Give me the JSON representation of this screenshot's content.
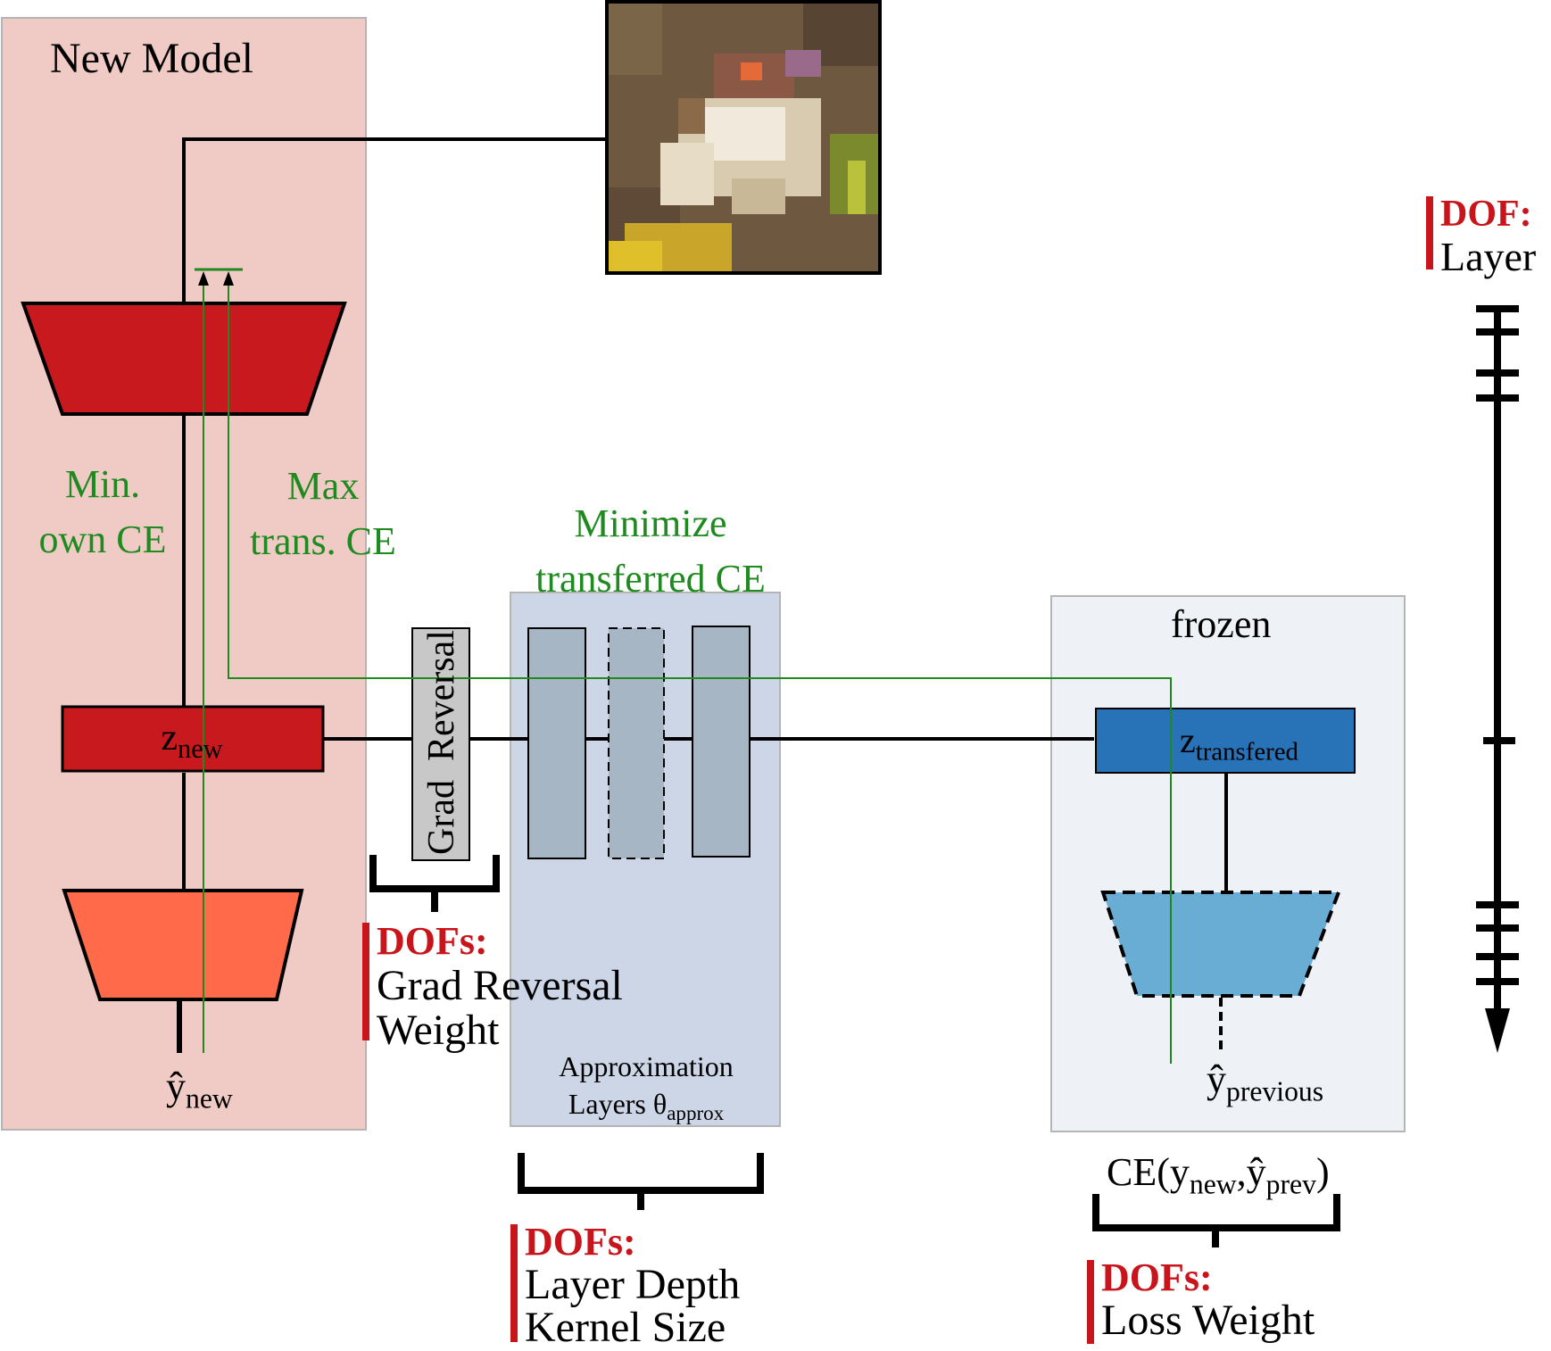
{
  "new_model": {
    "title": "New Model",
    "z_new_main": "z",
    "z_new_sub": "new",
    "y_new_main": "ŷ",
    "y_new_sub": "new"
  },
  "paths": {
    "min_own_ce_1": "Min.",
    "min_own_ce_2": "own CE",
    "max_trans_ce_1": "Max",
    "max_trans_ce_2": "trans. CE",
    "minimize_1": "Minimize",
    "minimize_2": "transferred CE"
  },
  "grad_reversal": {
    "label": "Grad  Reversal",
    "dof_head": "DOFs:",
    "dof_line1": "Grad Reversal",
    "dof_line2": "Weight"
  },
  "approx": {
    "label_1": "Approximation",
    "label_2_main": "Layers θ",
    "label_2_sub": "approx",
    "dof_head": "DOFs:",
    "dof_line1": "Layer Depth",
    "dof_line2": "Kernel Size"
  },
  "frozen": {
    "title": "frozen",
    "z_main": "z",
    "z_sub": "transfered",
    "y_prev_main": "ŷ",
    "y_prev_sub": "previous",
    "ce_open": "CE(y",
    "ce_sub1": "new",
    "ce_mid": ",ŷ",
    "ce_sub2": "prev",
    "ce_close": ")",
    "dof_head": "DOFs:",
    "dof_line1": "Loss Weight"
  },
  "layer_axis": {
    "dof_head": "DOF:",
    "dof_line1": "Layer"
  },
  "input_image": {
    "icon": "frog-image-icon"
  },
  "colors": {
    "new_model_bg": "#f0cbc5",
    "encoder_red": "#c8191e",
    "decoder_orange": "#ff6b4a",
    "approx_bg": "#cdd6e6",
    "approx_layer": "#a6b6c4",
    "frozen_bg": "#eef1f6",
    "z_transfered_blue": "#2872b8",
    "frozen_decoder_blue": "#69add4",
    "green_path": "#1f8a1f",
    "dof_red": "#c8141b"
  }
}
